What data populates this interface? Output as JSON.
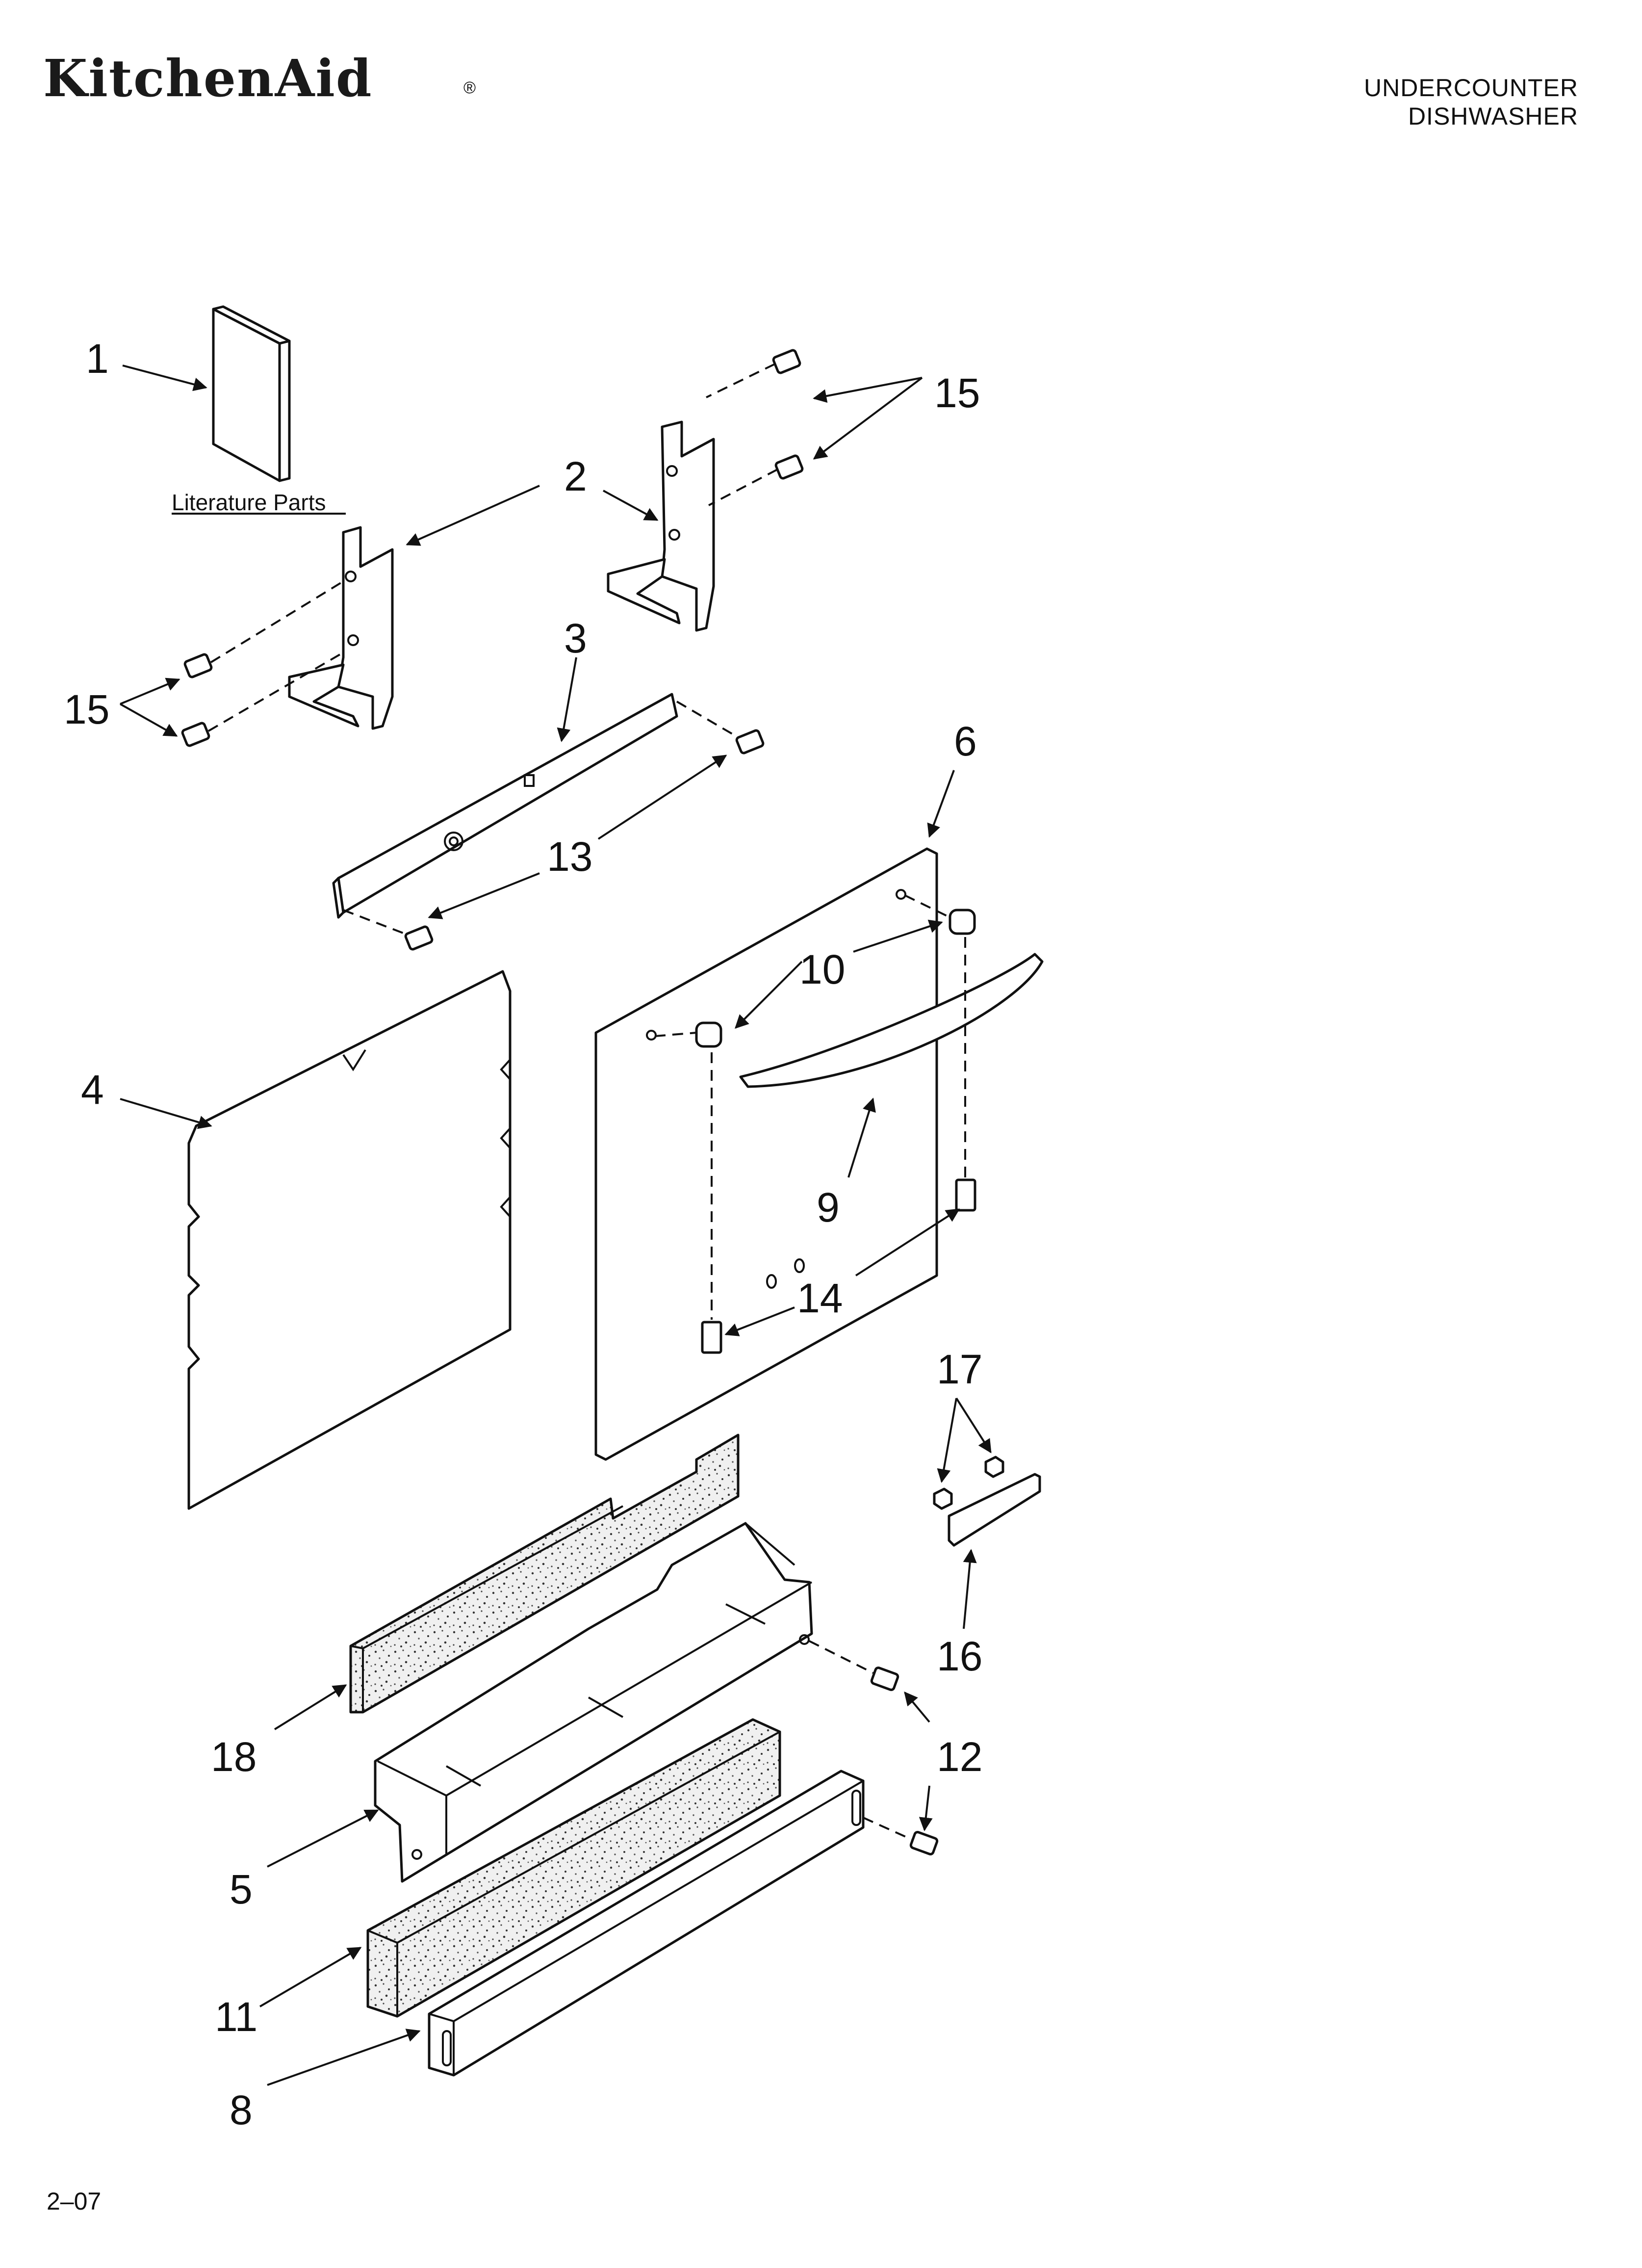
{
  "header": {
    "brand": "KitchenAid",
    "brand_mark": "®",
    "title_line1": "UNDERCOUNTER",
    "title_line2": "DISHWASHER"
  },
  "literature_label": "Literature Parts",
  "callouts": {
    "c1": "1",
    "c2": "2",
    "c3": "3",
    "c4": "4",
    "c5": "5",
    "c6": "6",
    "c8": "8",
    "c9": "9",
    "c10": "10",
    "c11": "11",
    "c12": "12",
    "c13": "13",
    "c14": "14",
    "c15a": "15",
    "c15b": "15",
    "c16": "16",
    "c17": "17",
    "c18": "18"
  },
  "footer": {
    "page_code": "2–07"
  }
}
